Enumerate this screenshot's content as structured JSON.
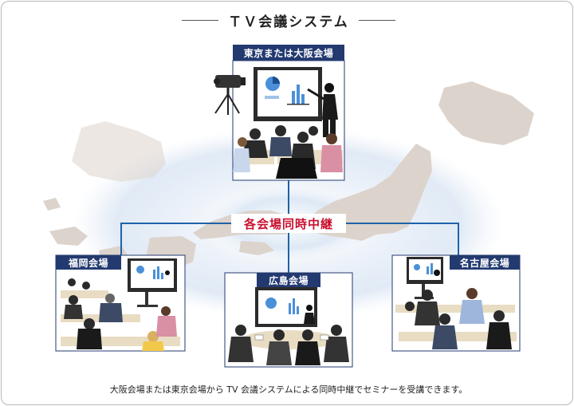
{
  "title": "ＴＶ会議システム",
  "venues": {
    "main": "東京または大阪会場",
    "fukuoka": "福岡会場",
    "hiroshima": "広島会場",
    "nagoya": "名古屋会場"
  },
  "center_label": "各会場同時中継",
  "caption": "大阪会場または東京会場から TV 会議システムによる同時中継でセミナーを受講できます。",
  "colors": {
    "label_bg": "#233a70",
    "line": "#1f63a8",
    "accent_text": "#c8102e",
    "map_fill": "#dcd3cc"
  }
}
